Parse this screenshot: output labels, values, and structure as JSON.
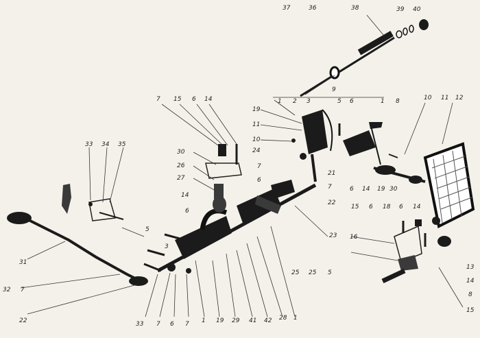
{
  "labels": [
    {
      "id": "l37",
      "text": "37"
    },
    {
      "id": "l36",
      "text": "36"
    },
    {
      "id": "l38",
      "text": "38"
    },
    {
      "id": "l39",
      "text": "39"
    },
    {
      "id": "l40",
      "text": "40"
    },
    {
      "id": "l9",
      "text": "9"
    },
    {
      "id": "l7a",
      "text": "7"
    },
    {
      "id": "l15a",
      "text": "15"
    },
    {
      "id": "l6a",
      "text": "6"
    },
    {
      "id": "l14a",
      "text": "14"
    },
    {
      "id": "l1a",
      "text": "1"
    },
    {
      "id": "l2a",
      "text": "2"
    },
    {
      "id": "l3a",
      "text": "3"
    },
    {
      "id": "l5a",
      "text": "5"
    },
    {
      "id": "l6b",
      "text": "6"
    },
    {
      "id": "l1b",
      "text": "1"
    },
    {
      "id": "l8a",
      "text": "8"
    },
    {
      "id": "l10a",
      "text": "10"
    },
    {
      "id": "l11a",
      "text": "11"
    },
    {
      "id": "l12a",
      "text": "12"
    },
    {
      "id": "l19a",
      "text": "19"
    },
    {
      "id": "l11b",
      "text": "11"
    },
    {
      "id": "l10b",
      "text": "10"
    },
    {
      "id": "l24",
      "text": "24"
    },
    {
      "id": "l33a",
      "text": "33"
    },
    {
      "id": "l34",
      "text": "34"
    },
    {
      "id": "l35",
      "text": "35"
    },
    {
      "id": "l30a",
      "text": "30"
    },
    {
      "id": "l26",
      "text": "26"
    },
    {
      "id": "l27",
      "text": "27"
    },
    {
      "id": "l7b",
      "text": "7"
    },
    {
      "id": "l6c",
      "text": "6"
    },
    {
      "id": "l21",
      "text": "21"
    },
    {
      "id": "l7c",
      "text": "7"
    },
    {
      "id": "l22a",
      "text": "22"
    },
    {
      "id": "l6d",
      "text": "6"
    },
    {
      "id": "l14b",
      "text": "14"
    },
    {
      "id": "l19b",
      "text": "19"
    },
    {
      "id": "l30b",
      "text": "30"
    },
    {
      "id": "l15b",
      "text": "15"
    },
    {
      "id": "l6e",
      "text": "6"
    },
    {
      "id": "l18",
      "text": "18"
    },
    {
      "id": "l6f",
      "text": "6"
    },
    {
      "id": "l14c",
      "text": "14"
    },
    {
      "id": "l14d",
      "text": "14"
    },
    {
      "id": "l6g",
      "text": "6"
    },
    {
      "id": "l5b",
      "text": "5"
    },
    {
      "id": "l3b",
      "text": "3"
    },
    {
      "id": "l23a",
      "text": "23"
    },
    {
      "id": "l16",
      "text": "16"
    },
    {
      "id": "l13",
      "text": "13"
    },
    {
      "id": "l14e",
      "text": "14"
    },
    {
      "id": "l8b",
      "text": "8"
    },
    {
      "id": "l15c",
      "text": "15"
    },
    {
      "id": "l31",
      "text": "31"
    },
    {
      "id": "l32",
      "text": "32"
    },
    {
      "id": "l7d",
      "text": "7"
    },
    {
      "id": "l22b",
      "text": "22"
    },
    {
      "id": "l25a",
      "text": "25"
    },
    {
      "id": "l25b",
      "text": "25"
    },
    {
      "id": "l5c",
      "text": "5"
    },
    {
      "id": "l33b",
      "text": "33"
    },
    {
      "id": "l7e",
      "text": "7"
    },
    {
      "id": "l6h",
      "text": "6"
    },
    {
      "id": "l7f",
      "text": "7"
    },
    {
      "id": "l1c",
      "text": "1"
    },
    {
      "id": "l19c",
      "text": "19"
    },
    {
      "id": "l29",
      "text": "29"
    },
    {
      "id": "l41",
      "text": "41"
    },
    {
      "id": "l42",
      "text": "42"
    },
    {
      "id": "l28",
      "text": "28"
    },
    {
      "id": "l1d",
      "text": "1"
    }
  ]
}
